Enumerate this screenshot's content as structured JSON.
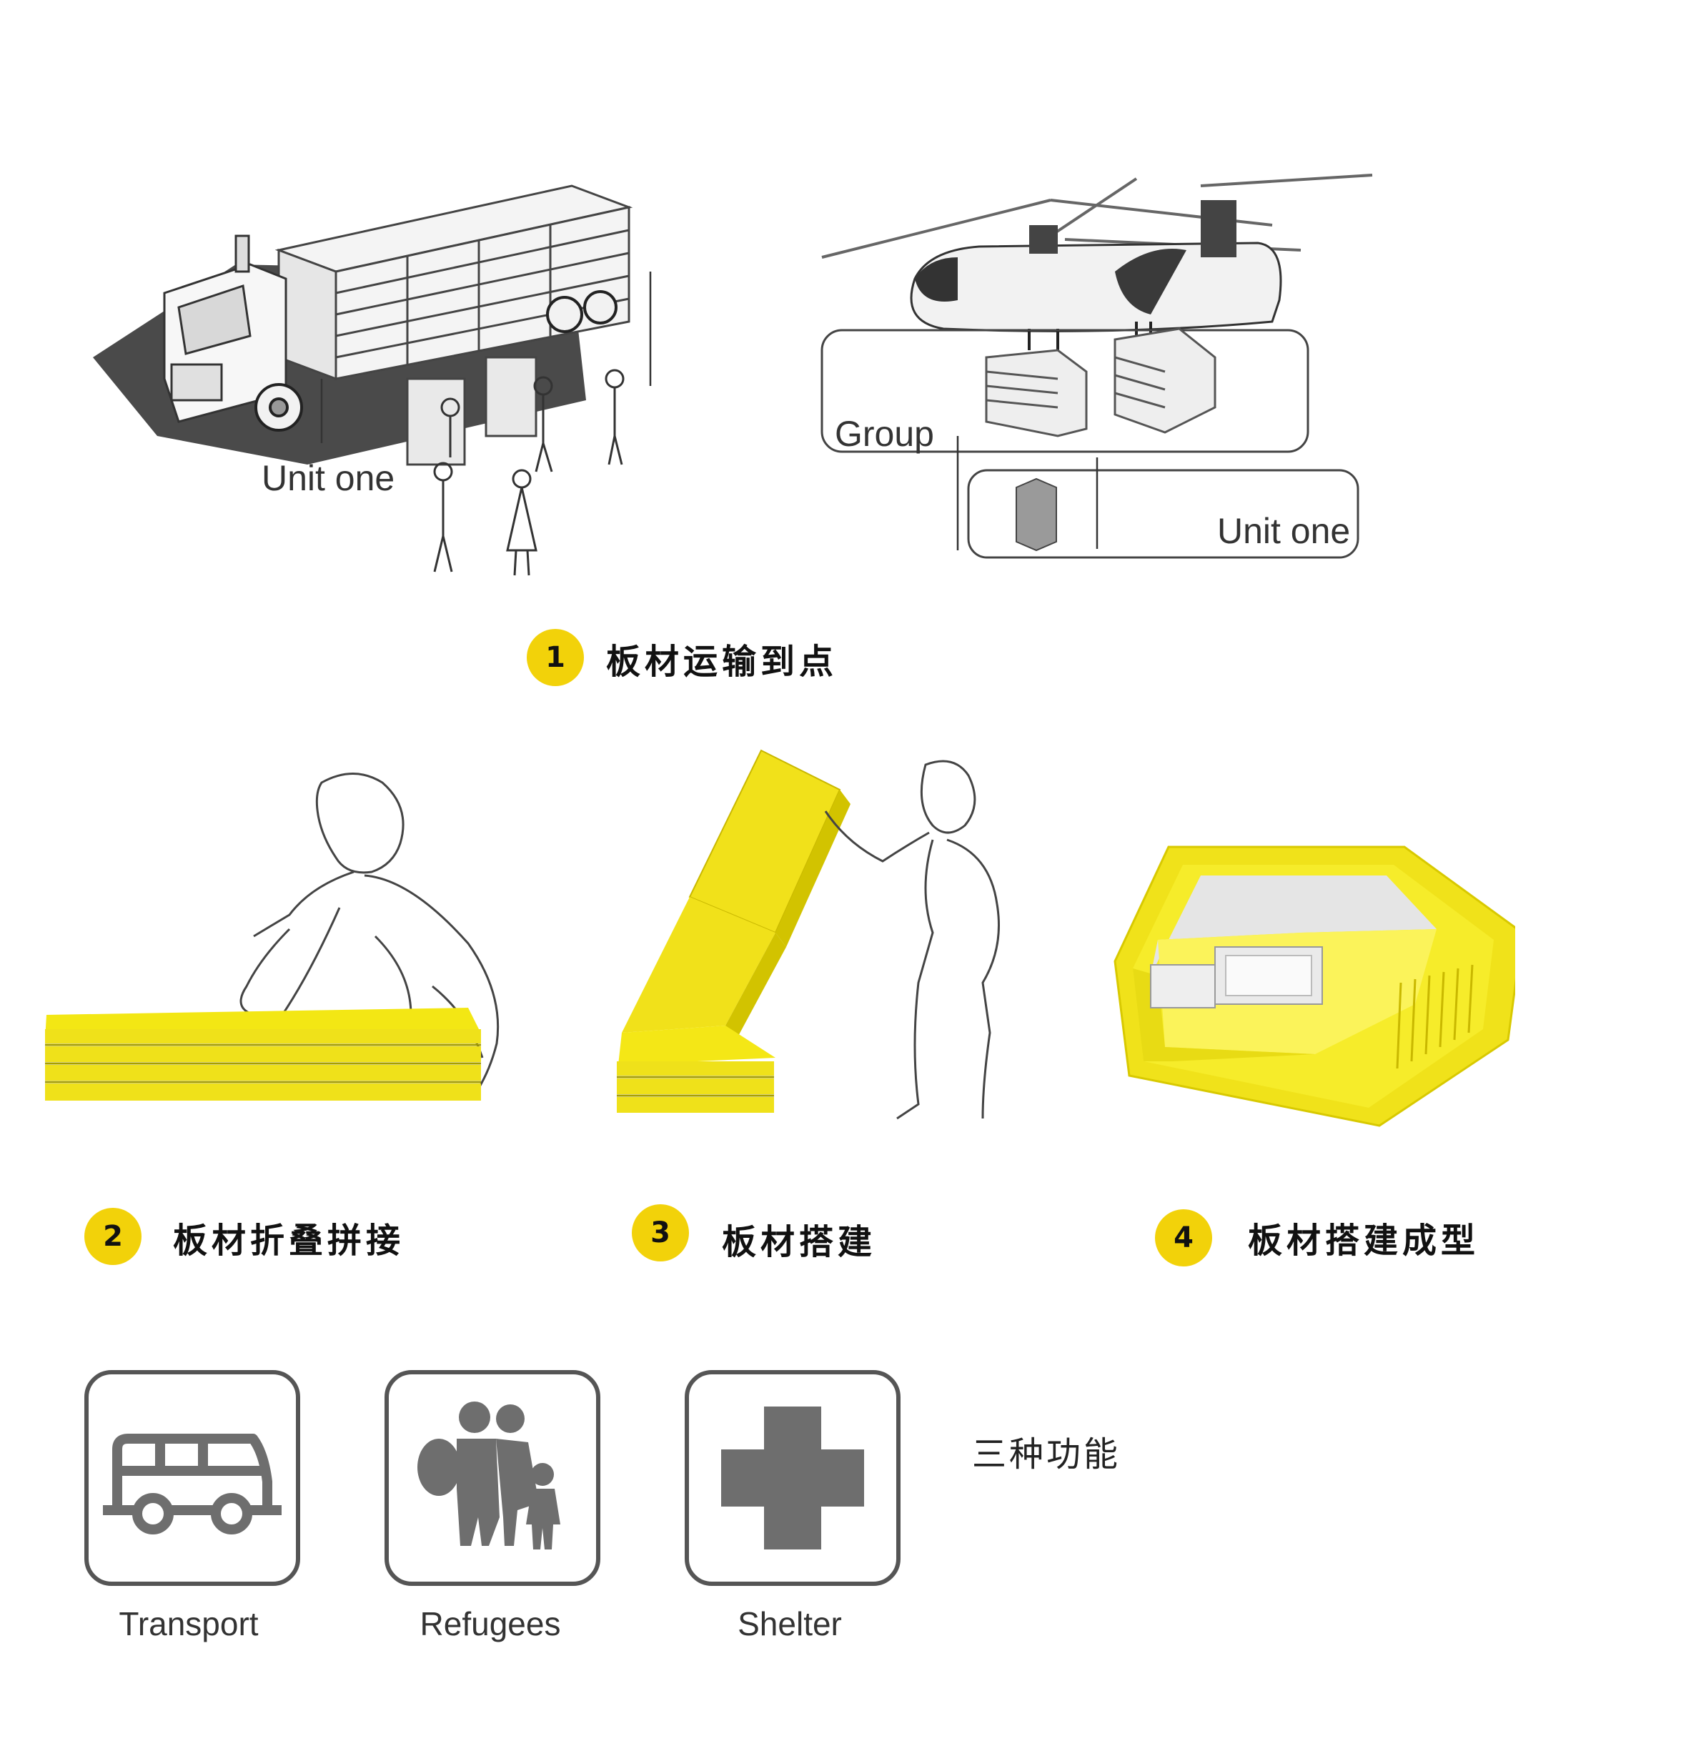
{
  "top_illustration": {
    "truck_label": "Unit one",
    "heli_group_label": "Group",
    "heli_unit_label": "Unit one"
  },
  "steps": [
    {
      "number": "1",
      "label": "板材运输到点"
    },
    {
      "number": "2",
      "label": "板材折叠拼接"
    },
    {
      "number": "3",
      "label": "板材搭建"
    },
    {
      "number": "4",
      "label": "板材搭建成型"
    }
  ],
  "functions": {
    "title": "三种功能",
    "items": [
      {
        "label": "Transport",
        "icon": "van-icon"
      },
      {
        "label": "Refugees",
        "icon": "family-icon"
      },
      {
        "label": "Shelter",
        "icon": "medical-cross-icon"
      }
    ]
  },
  "colors": {
    "accent_yellow": "#f2d20a",
    "panel_yellow": "#f0e21a",
    "icon_gray": "#6e6e6e"
  }
}
